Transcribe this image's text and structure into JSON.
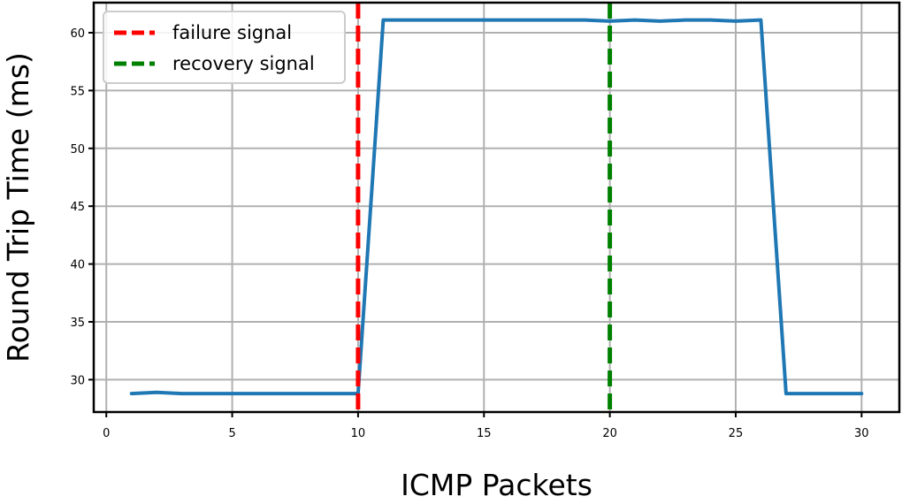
{
  "chart_data": {
    "type": "line",
    "xlabel": "ICMP Packets",
    "ylabel": "Round Trip Time (ms)",
    "xlim": [
      -0.5,
      31.5
    ],
    "ylim": [
      27.2,
      62.6
    ],
    "xticks": [
      0,
      5,
      10,
      15,
      20,
      25,
      30
    ],
    "yticks": [
      30,
      35,
      40,
      45,
      50,
      55,
      60
    ],
    "grid": true,
    "legend_position": "top-left",
    "series": [
      {
        "name": "",
        "color": "#1f77b4",
        "x": [
          1,
          2,
          3,
          4,
          5,
          6,
          7,
          8,
          9,
          10,
          11,
          12,
          13,
          14,
          15,
          16,
          17,
          18,
          19,
          20,
          21,
          22,
          23,
          24,
          25,
          26,
          27,
          28,
          29,
          30
        ],
        "y": [
          28.8,
          28.9,
          28.8,
          28.8,
          28.8,
          28.8,
          28.8,
          28.8,
          28.8,
          28.8,
          61.1,
          61.1,
          61.1,
          61.1,
          61.1,
          61.1,
          61.1,
          61.1,
          61.1,
          61.0,
          61.1,
          61.0,
          61.1,
          61.1,
          61.0,
          61.1,
          28.8,
          28.8,
          28.8,
          28.8
        ]
      }
    ],
    "vlines": [
      {
        "name": "failure signal",
        "x": 10,
        "color": "#ff0000",
        "style": "dashed"
      },
      {
        "name": "recovery signal",
        "x": 20,
        "color": "#008000",
        "style": "dashed"
      }
    ]
  }
}
